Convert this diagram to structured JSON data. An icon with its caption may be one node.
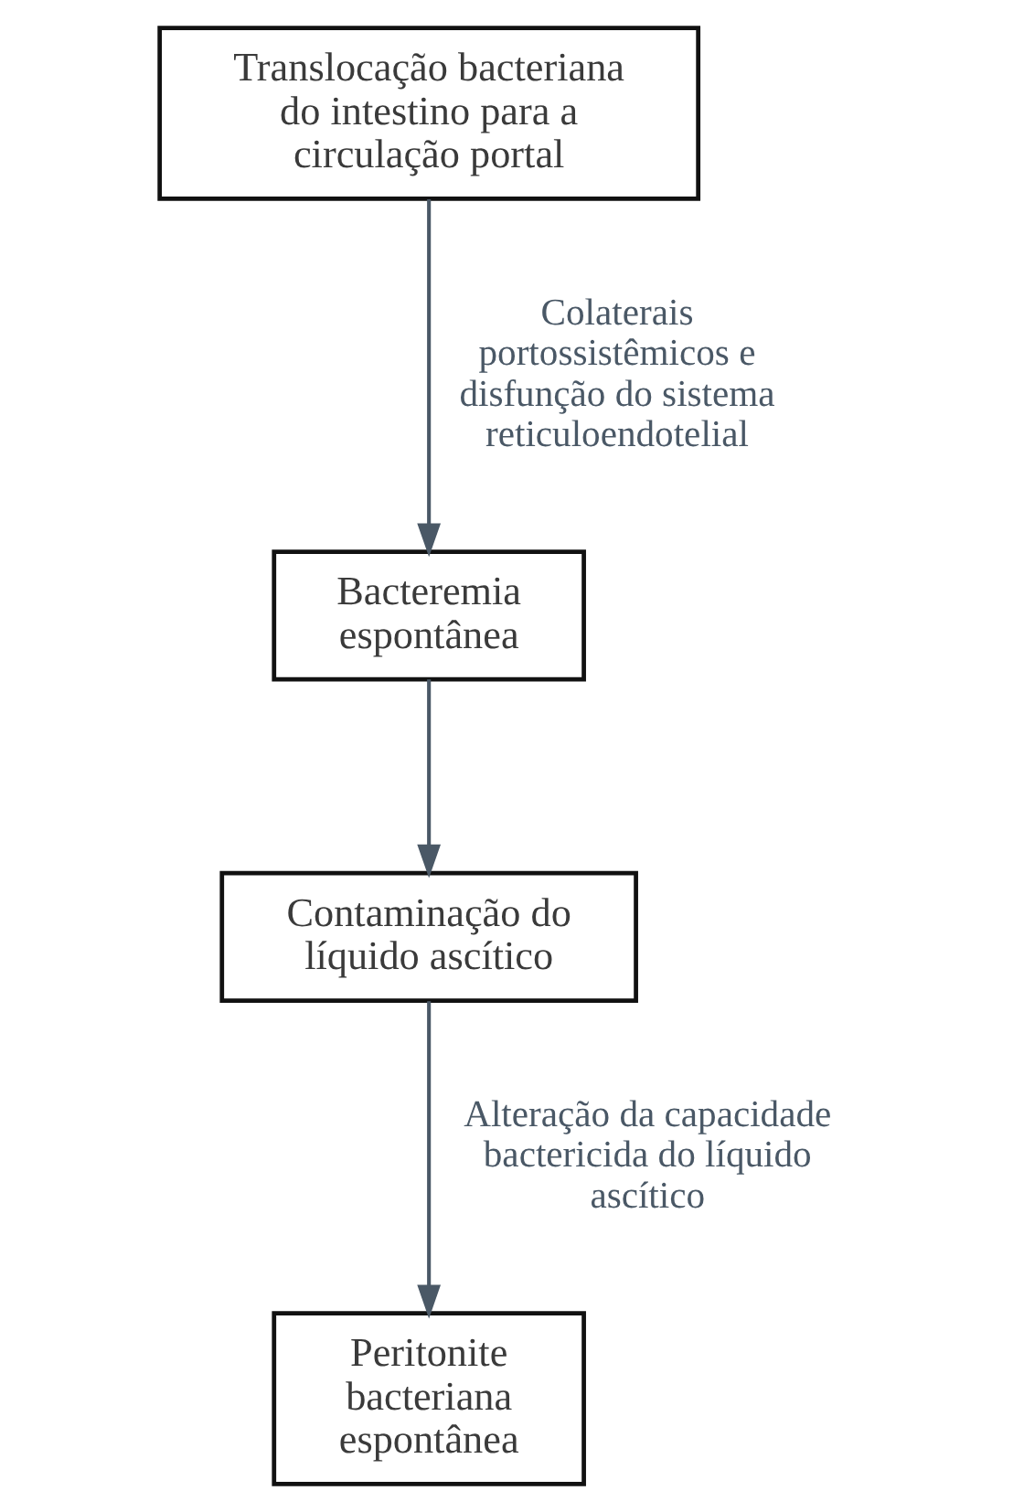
{
  "diagram": {
    "nodes": [
      {
        "text": [
          "Translocação bacteriana do intestino para a circulação portal"
        ]
      },
      {
        "text": [
          "Bacteremia espontânea"
        ]
      },
      {
        "text": [
          "Contaminação do líquido ascítico"
        ]
      },
      {
        "text": [
          "Peritonite bacteriana espontânea"
        ]
      }
    ],
    "edges": [
      {
        "from": 0,
        "to": 1,
        "arrow": "to",
        "label": "Colaterais portossistêmicos e disfunção do sistema reticuloendotelial"
      },
      {
        "from": 1,
        "to": 2,
        "arrow": "to"
      },
      {
        "from": 2,
        "to": 3,
        "arrow": "to",
        "label": "Alteração da capacidade bactericida do líquido ascítico"
      }
    ]
  }
}
